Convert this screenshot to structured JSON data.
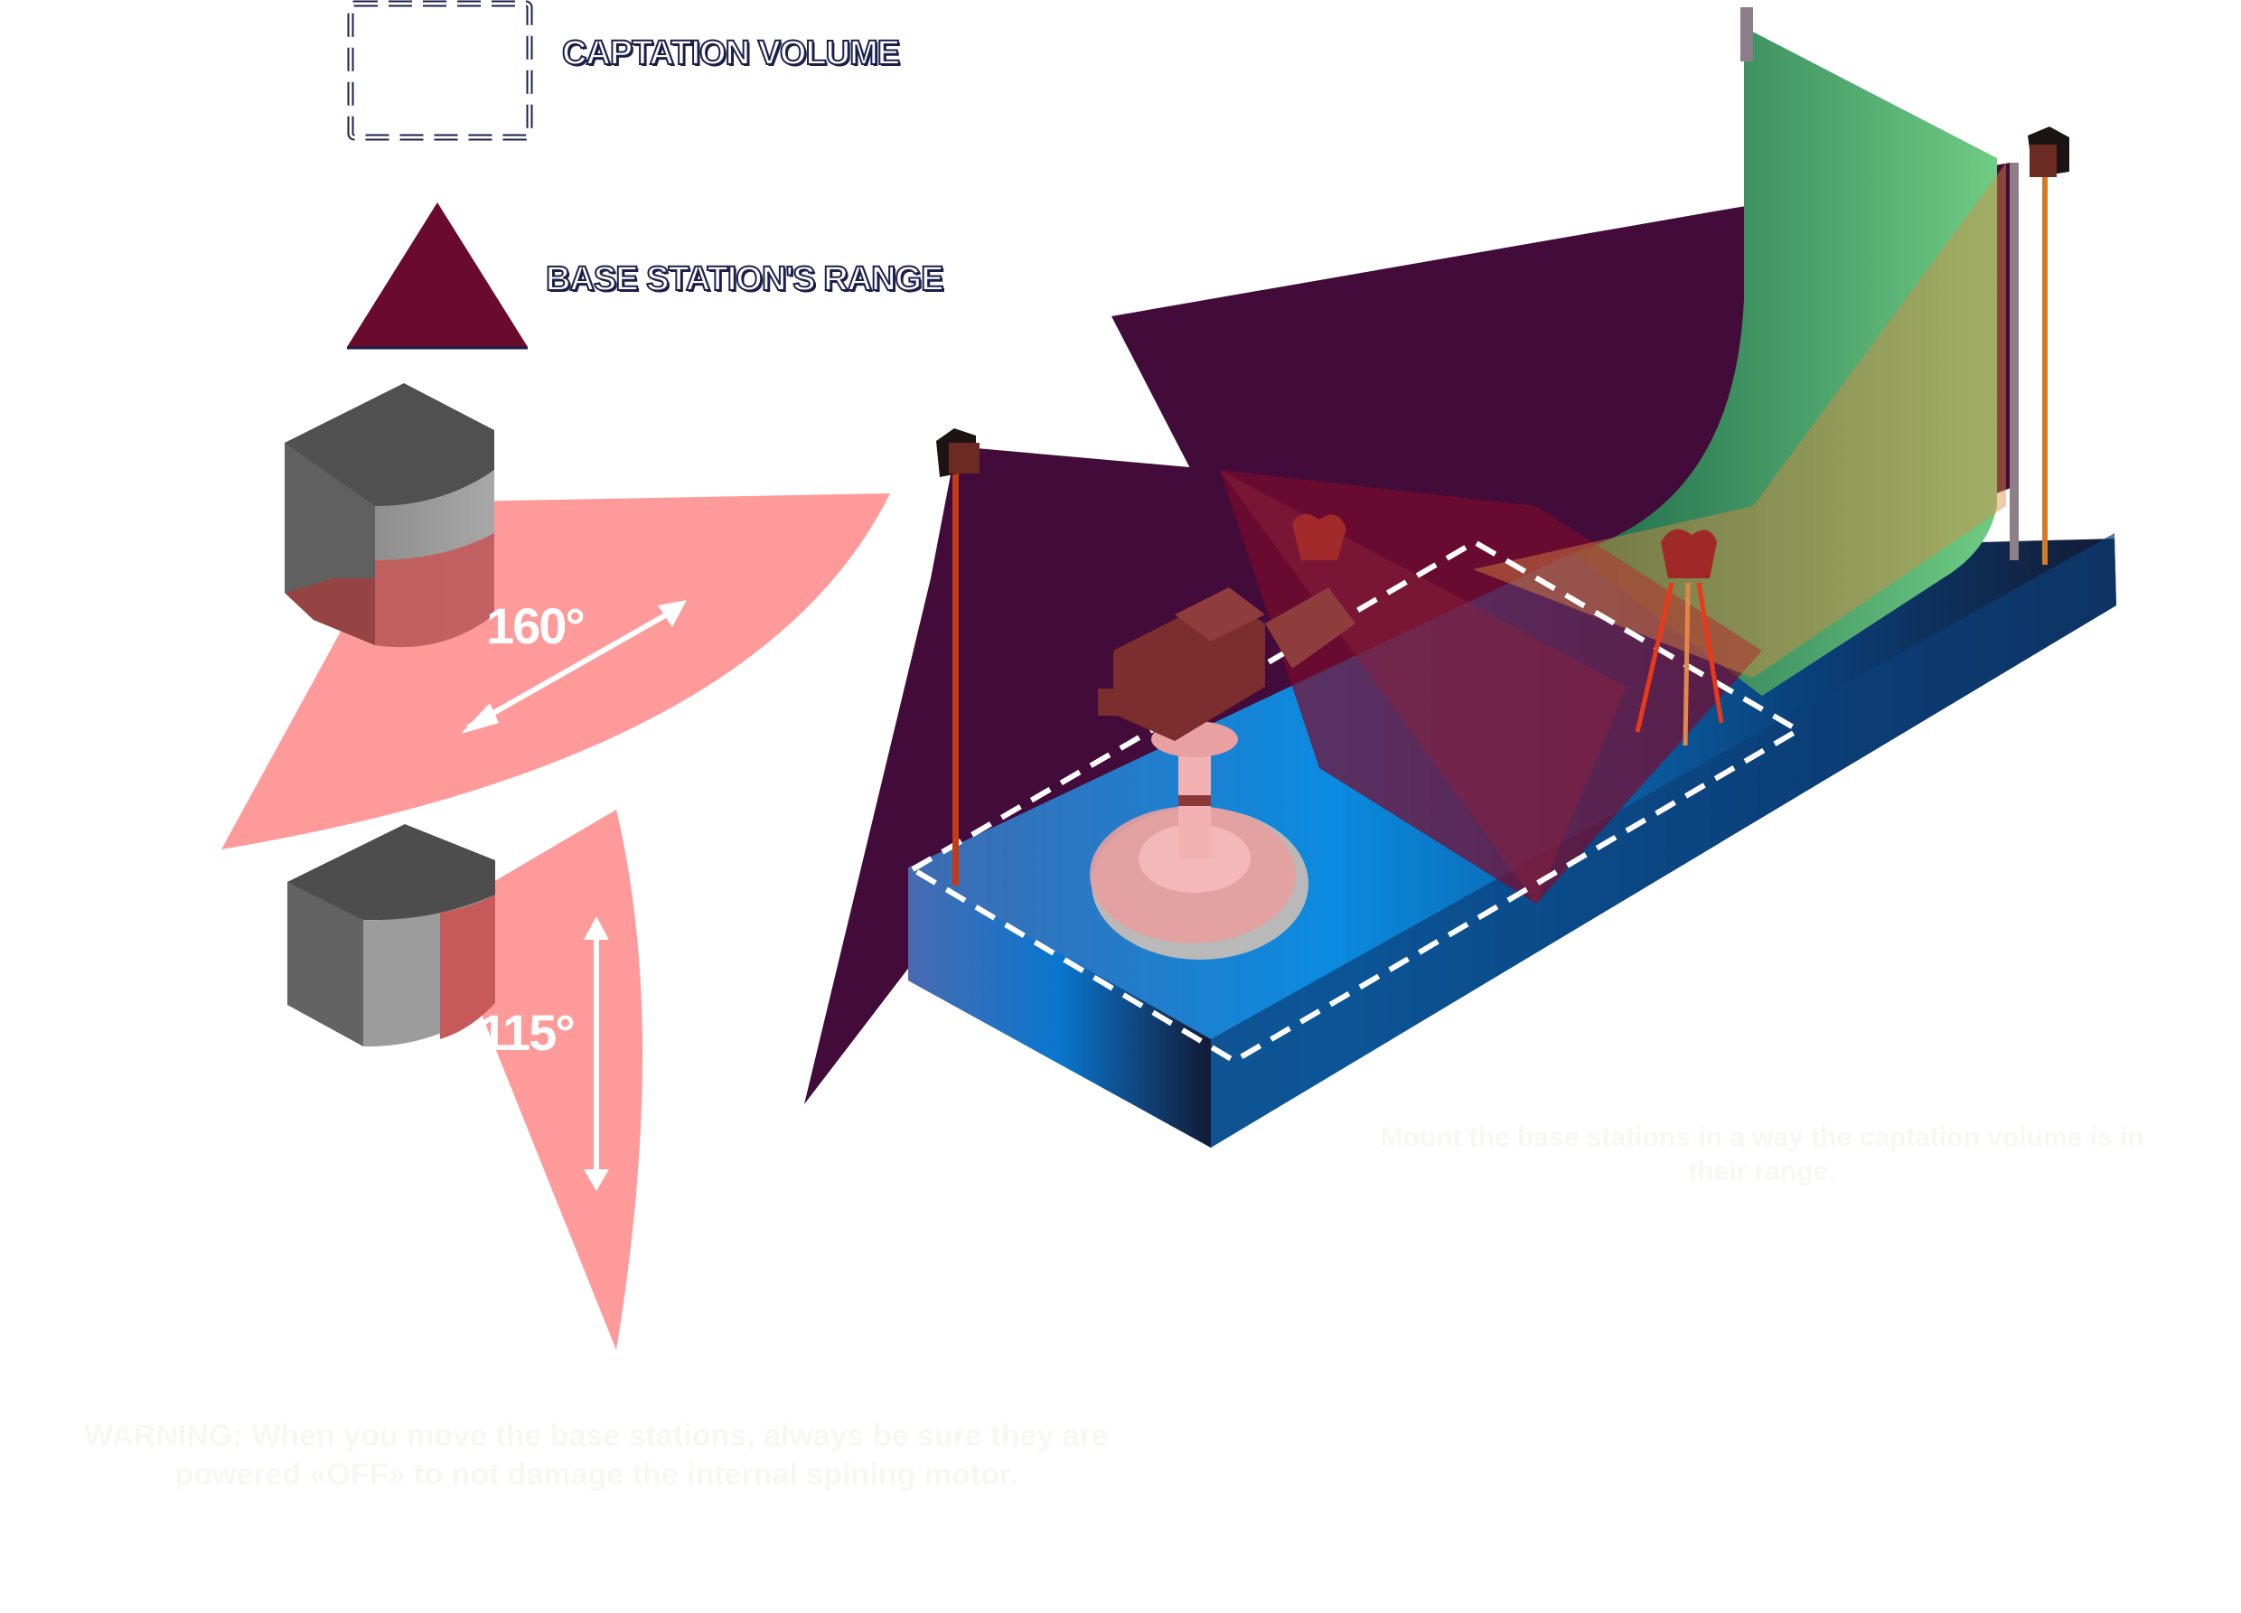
{
  "legend": {
    "captation_volume": {
      "label": "CAPTATION VOLUME",
      "icon": "dashed-square-icon"
    },
    "base_station_range": {
      "label": "BASE STATION'S RANGE",
      "icon": "triangle-icon",
      "color": "#6a0a2c"
    }
  },
  "base_station_specs": [
    {
      "name": "horizontal-field-of-view",
      "angle_label": "160°",
      "angle_degrees": 160,
      "orientation": "horizontal"
    },
    {
      "name": "vertical-field-of-view",
      "angle_label": "115°",
      "angle_degrees": 115,
      "orientation": "vertical"
    }
  ],
  "scene": {
    "base_stations_count": 2,
    "elements": [
      "base-station-left",
      "base-station-right",
      "captation-volume",
      "camera-on-stand",
      "tracker-on-tripod",
      "green-screen",
      "platform"
    ]
  },
  "captions": {
    "instruction": "Mount the base stations in a way the captation volume is in their range.",
    "warning": "WARNING: When you move the base stations, always be sure they are powered «OFF» to not damage the internal spining motor."
  },
  "colors": {
    "range_purple": "#420b3a",
    "range_red": "#7a0a2e",
    "fov_pink": "#ff9a9a",
    "platform_blue": "#0b72c4",
    "green_screen": "#4fbf70",
    "legend_outline": "#1b1f4a"
  }
}
